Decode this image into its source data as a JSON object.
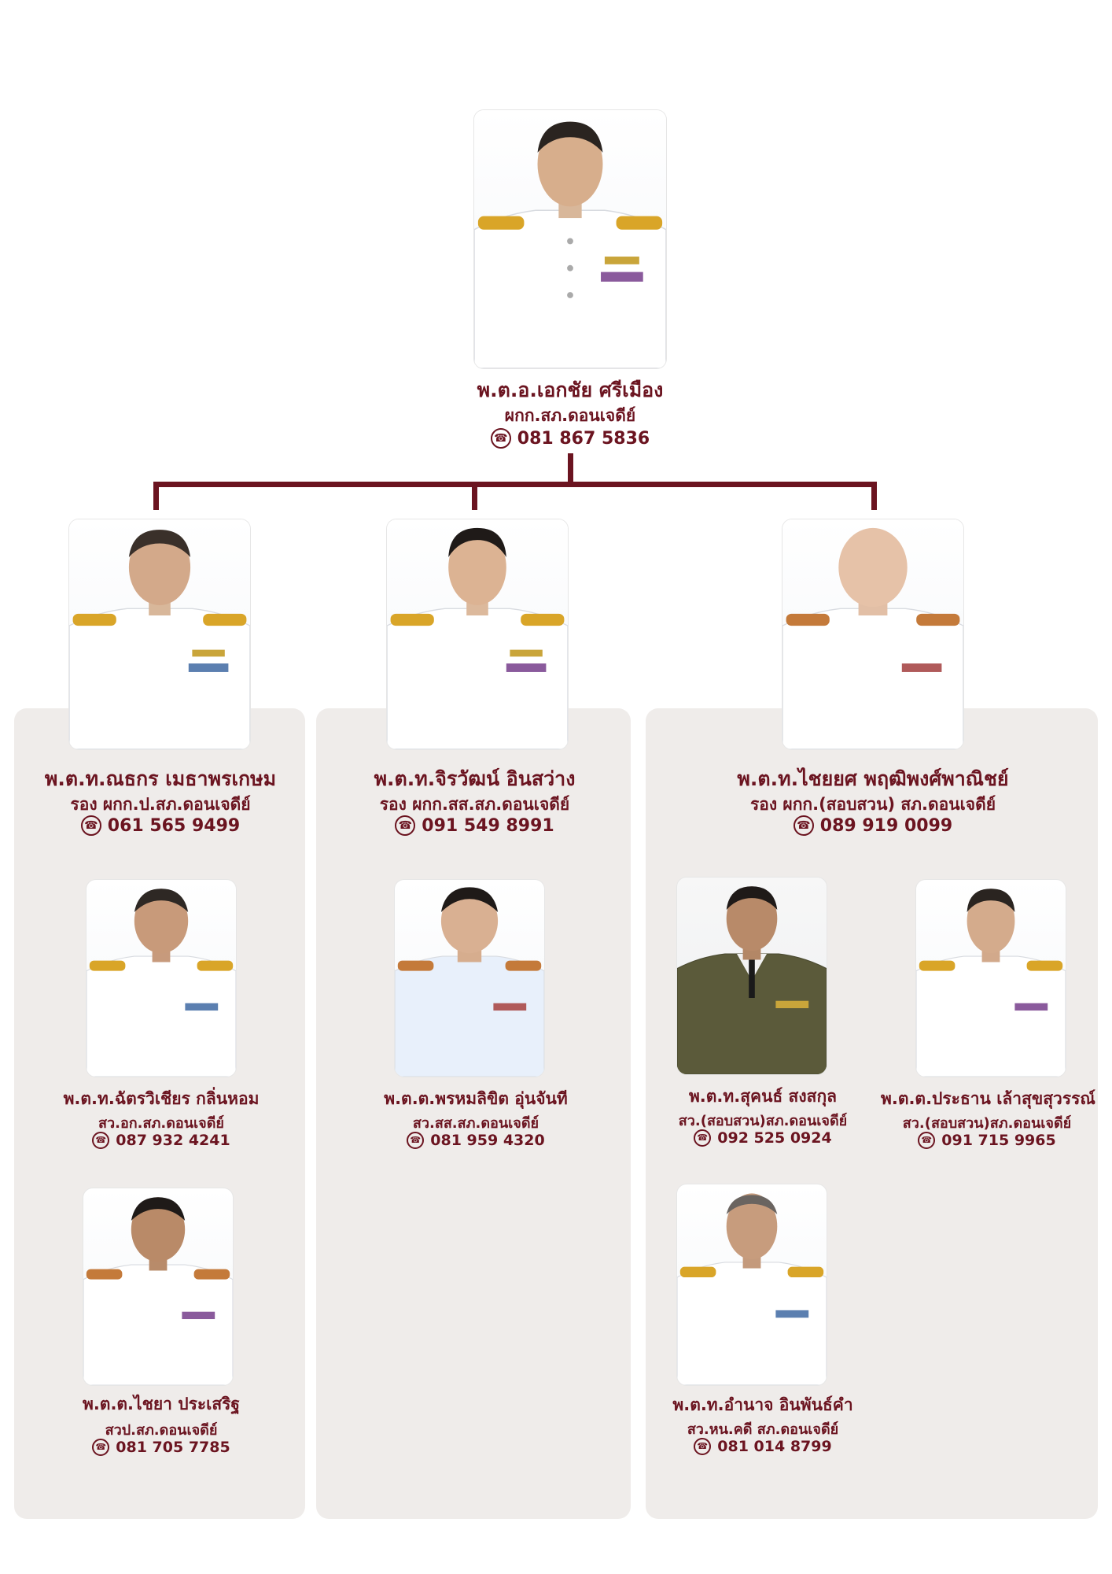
{
  "colors": {
    "text": "#6b1420",
    "connector": "#6b1420",
    "panel": "#efecea"
  },
  "chief": {
    "name": "พ.ต.อ.เอกชัย ศรีเมือง",
    "position": "ผกก.สภ.ดอนเจดีย์",
    "phone": "081 867 5836",
    "photo_icon": "officer-portrait-white-uniform"
  },
  "deputies": [
    {
      "name": "พ.ต.ท.ณธกร เมธาพรเกษม",
      "position": "รอง ผกก.ป.สภ.ดอนเจดีย์",
      "phone": "061 565 9499",
      "photo_icon": "officer-portrait-white-uniform",
      "staff": [
        {
          "name": "พ.ต.ท.ฉัตรวิเชียร กลิ่นหอม",
          "position": "สว.อก.สภ.ดอนเจดีย์",
          "phone": "087 932 4241",
          "photo_icon": "officer-portrait-white-uniform"
        },
        {
          "name": "พ.ต.ต.ไชยา  ประเสริฐ",
          "position": "สวป.สภ.ดอนเจดีย์",
          "phone": "081 705 7785",
          "photo_icon": "officer-portrait-white-uniform"
        }
      ]
    },
    {
      "name": "พ.ต.ท.จิรวัฒน์ อินสว่าง",
      "position": "รอง ผกก.สส.สภ.ดอนเจดีย์",
      "phone": "091 549 8991",
      "photo_icon": "officer-portrait-white-uniform",
      "staff": [
        {
          "name": "พ.ต.ต.พรหมลิขิต อุ่นจันที",
          "position": "สว.สส.สภ.ดอนเจดีย์",
          "phone": "081 959 4320",
          "photo_icon": "officer-portrait-white-uniform"
        }
      ]
    },
    {
      "name": "พ.ต.ท.ไชยยศ พฤฒิพงศ์พาณิชย์",
      "position": "รอง ผกก.(สอบสวน) สภ.ดอนเจดีย์",
      "phone": "089 919 0099",
      "photo_icon": "officer-portrait-white-uniform",
      "staff": [
        {
          "name": "พ.ต.ท.สุคนธ์ สงสกุล",
          "position": "สว.(สอบสวน)สภ.ดอนเจดีย์",
          "phone": "092 525 0924",
          "photo_icon": "officer-portrait-olive-uniform"
        },
        {
          "name": "พ.ต.ต.ประธาน เล้าสุขสุวรรณ์",
          "position": "สว.(สอบสวน)สภ.ดอนเจดีย์",
          "phone": "091 715 9965",
          "photo_icon": "officer-portrait-white-uniform"
        },
        {
          "name": "พ.ต.ท.อำนาจ อินพันธ์คำ",
          "position": "สว.หน.คดี สภ.ดอนเจดีย์",
          "phone": "081 014 8799",
          "photo_icon": "officer-portrait-white-uniform"
        }
      ]
    }
  ]
}
